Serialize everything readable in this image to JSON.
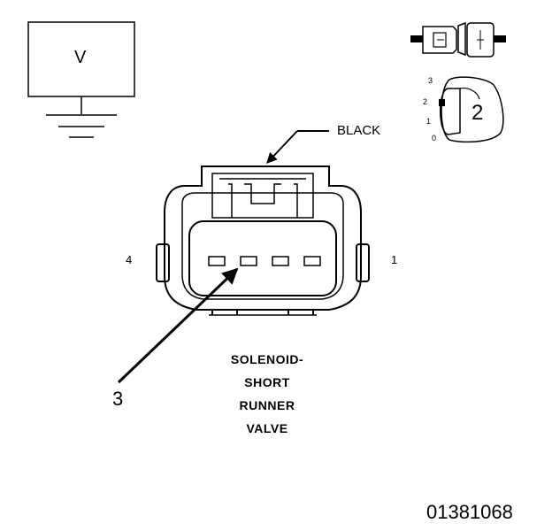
{
  "meter": {
    "label": "V"
  },
  "connector": {
    "color_label": "BLACK",
    "pin_left": "4",
    "pin_right": "1",
    "callout_number": "3",
    "title_lines": [
      "SOLENOID-",
      "SHORT",
      "RUNNER",
      "VALVE"
    ]
  },
  "position_selector": {
    "positions": [
      "3",
      "2",
      "1",
      "0"
    ],
    "selected": "2"
  },
  "figure_id": "01381068",
  "colors": {
    "line": "#000000",
    "background": "#ffffff"
  }
}
